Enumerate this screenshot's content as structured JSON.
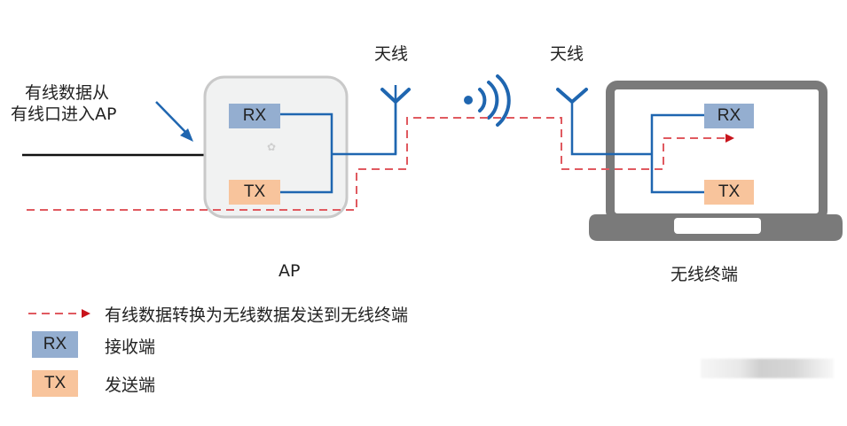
{
  "diagram": {
    "wired_entry_label_line1": "有线数据从",
    "wired_entry_label_line2": "有线口进入AP",
    "antenna_left_label": "天线",
    "antenna_right_label": "天线",
    "ap_label": "AP",
    "terminal_label": "无线终端",
    "ap_rx": "RX",
    "ap_tx": "TX",
    "terminal_rx": "RX",
    "terminal_tx": "TX"
  },
  "legend": {
    "dashed_arrow_text": "有线数据转换为无线数据发送到无线终端",
    "rx_box": "RX",
    "rx_text": "接收端",
    "tx_box": "TX",
    "tx_text": "发送端"
  },
  "colors": {
    "signal_blue": "#1f66b0",
    "data_red": "#d9272e",
    "rx_fill": "#94aed0",
    "tx_fill": "#f8c49c",
    "laptop_gray": "#7a7a7a"
  }
}
